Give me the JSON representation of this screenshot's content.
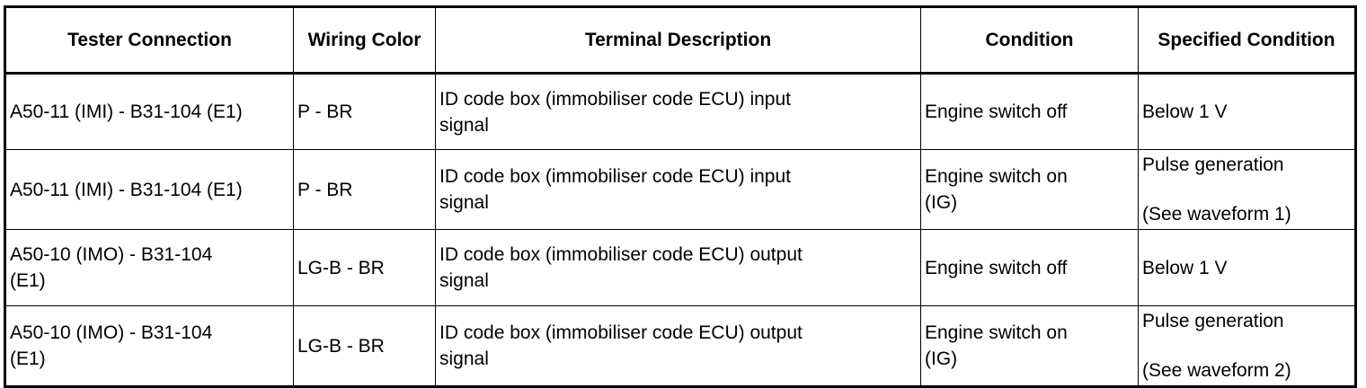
{
  "table": {
    "headers": {
      "tester_connection": [
        "Tester Connection"
      ],
      "wiring_color": [
        "Wiring",
        "Color"
      ],
      "terminal_description": [
        "Terminal Description"
      ],
      "condition": [
        "Condition"
      ],
      "specified_condition": [
        "Specified",
        "Condition"
      ]
    },
    "rows": [
      {
        "tester_connection": [
          "A50-11 (IMI) - B31-104 (E1)"
        ],
        "wiring_color": "P - BR",
        "terminal_description": [
          "ID code box (immobiliser code ECU) input",
          "signal"
        ],
        "condition": [
          "Engine switch off"
        ],
        "specified_condition": [
          "Below 1 V"
        ]
      },
      {
        "tester_connection": [
          "A50-11 (IMI) - B31-104 (E1)"
        ],
        "wiring_color": "P - BR",
        "terminal_description": [
          "ID code box (immobiliser code ECU) input",
          "signal"
        ],
        "condition": [
          "Engine switch on",
          "(IG)"
        ],
        "specified_condition": [
          "Pulse generation",
          "(See waveform 1)"
        ]
      },
      {
        "tester_connection": [
          "A50-10 (IMO) - B31-104",
          "(E1)"
        ],
        "wiring_color": "LG-B - BR",
        "terminal_description": [
          "ID code box (immobiliser code ECU) output",
          "signal"
        ],
        "condition": [
          "Engine switch off"
        ],
        "specified_condition": [
          "Below 1 V"
        ]
      },
      {
        "tester_connection": [
          "A50-10 (IMO) - B31-104",
          "(E1)"
        ],
        "wiring_color": "LG-B - BR",
        "terminal_description": [
          "ID code box (immobiliser code ECU) output",
          "signal"
        ],
        "condition": [
          "Engine switch on",
          "(IG)"
        ],
        "specified_condition": [
          "Pulse generation",
          "(See waveform 2)"
        ]
      }
    ]
  }
}
